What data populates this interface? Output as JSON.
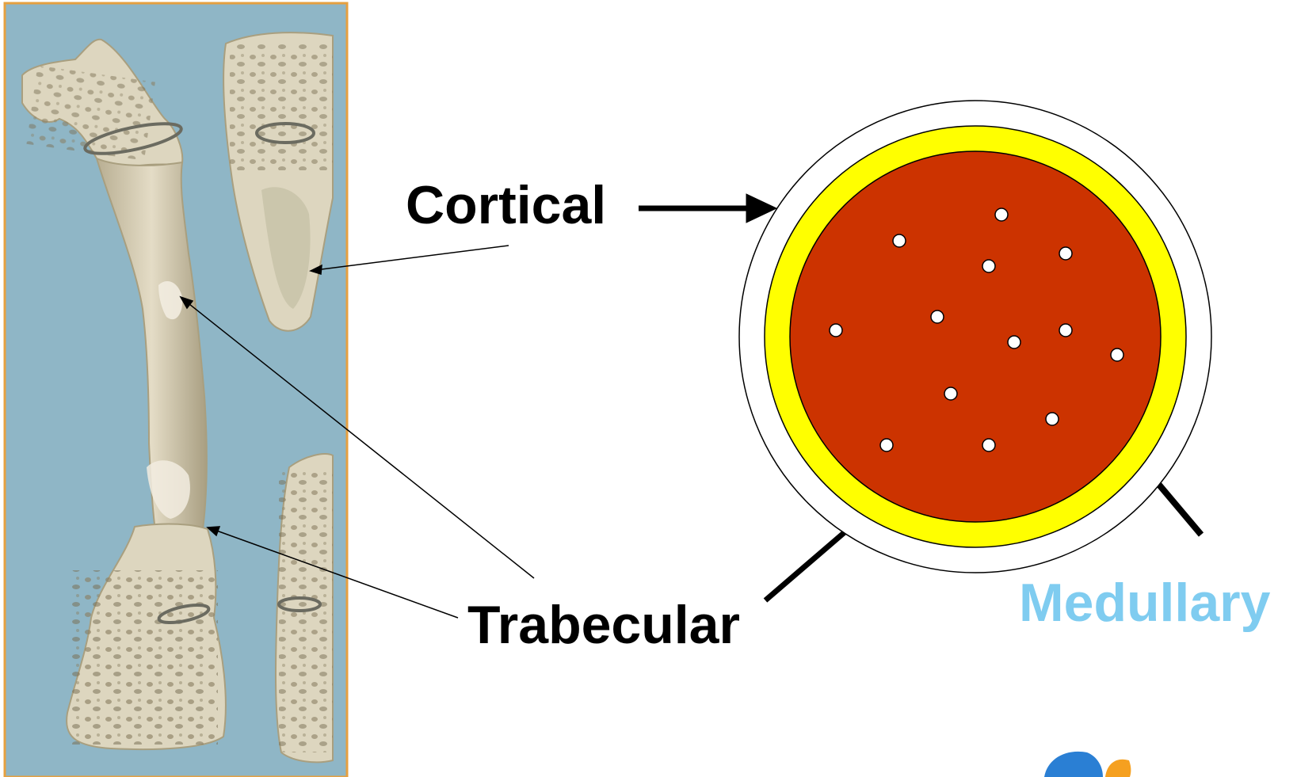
{
  "labels": {
    "cortical": "Cortical",
    "trabecular": "Trabecular",
    "medullary": "Medullary"
  },
  "colors": {
    "photo_background": "#8fb6c6",
    "photo_border": "#e6a040",
    "bone": "#ddd6bf",
    "bone_shadow": "#a99f7f",
    "periosteum_ring": "#ffffff",
    "cortical_ring": "#ffff00",
    "medullary_fill": "#cc3300",
    "medullary_label": "#7fccf0",
    "text": "#000000"
  },
  "icons": {
    "bone_photo": "bone-specimen-photo",
    "logo": "partial-logo"
  }
}
